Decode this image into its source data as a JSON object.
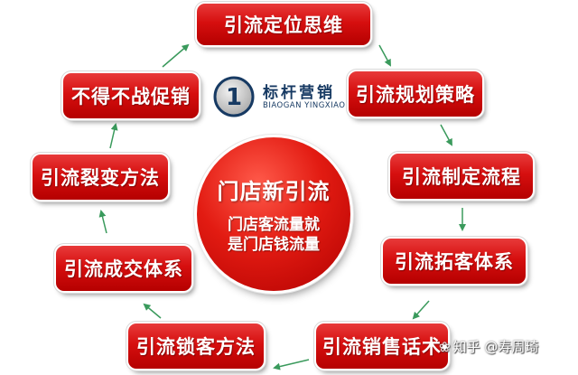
{
  "diagram": {
    "center": {
      "title": "门店新引流",
      "subtitle_line1": "门店客流量就",
      "subtitle_line2": "是门店钱流量"
    },
    "logo": {
      "number": "1",
      "name": "标杆营销",
      "pinyin": "BIAOGAN YINGXIAO"
    },
    "steps": [
      "引流定位思维",
      "引流规划策略",
      "引流制定流程",
      "引流拓客体系",
      "引流销售话术",
      "引流锁客方法",
      "引流成交体系",
      "引流裂变方法",
      "不得不战促销"
    ],
    "watermark": {
      "icon": "zhihu-icon",
      "text": "知乎 @寿周琦"
    },
    "colors": {
      "box": "#d60f0f",
      "arrow": "#3a9a5c",
      "logo": "#173a63"
    }
  }
}
